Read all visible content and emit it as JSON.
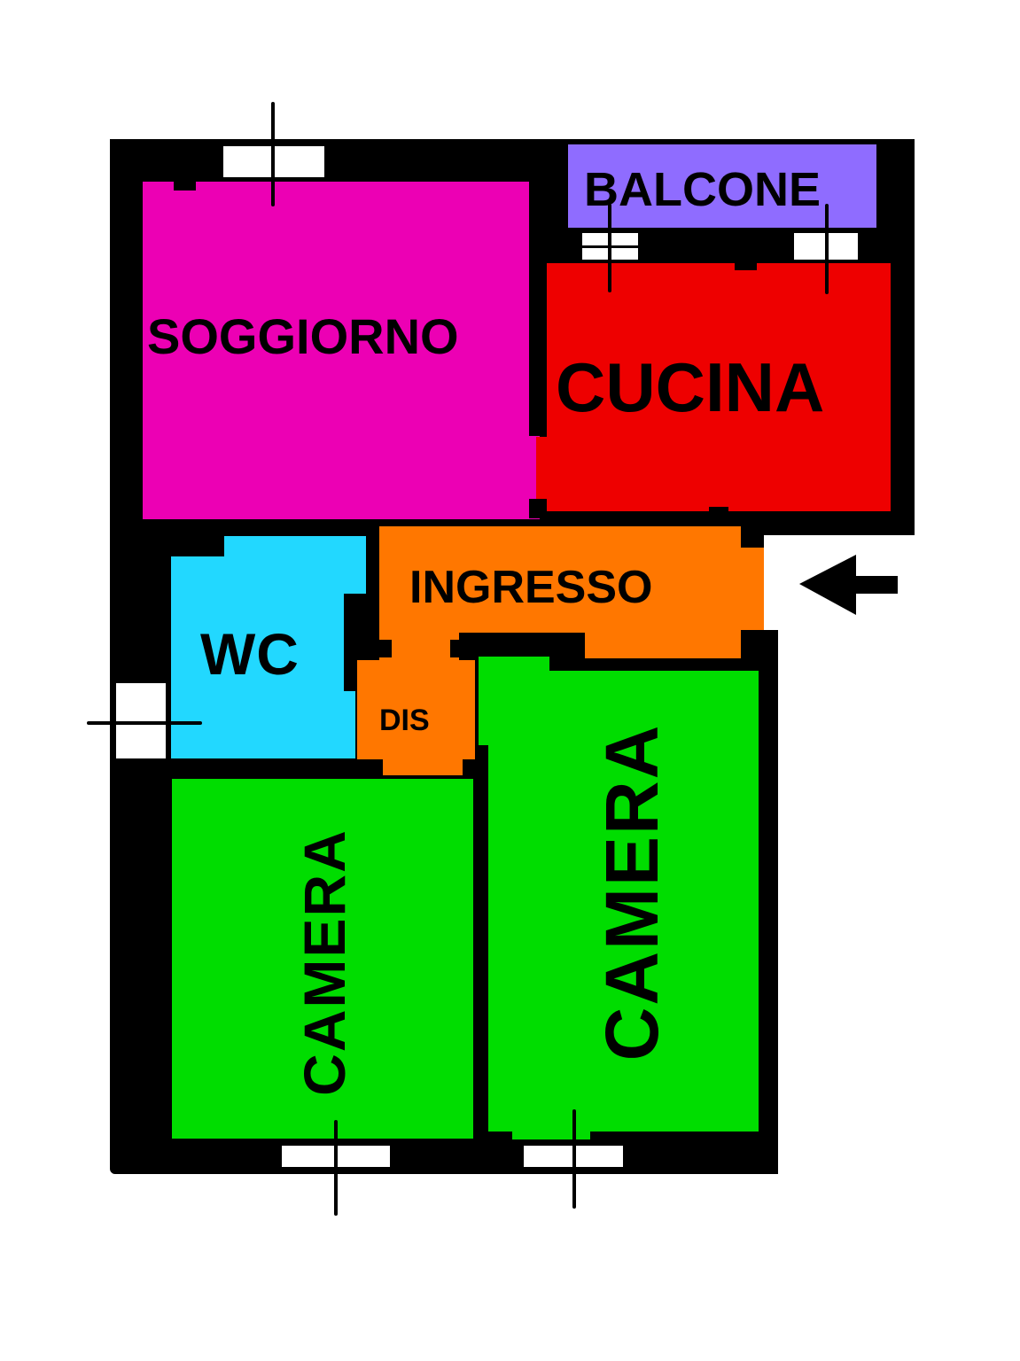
{
  "floor_plan": {
    "rooms": [
      {
        "id": "soggiorno",
        "label": "SOGGIORNO",
        "color": "#EC00B4"
      },
      {
        "id": "balcone",
        "label": "BALCONE",
        "color": "#8F6CFF"
      },
      {
        "id": "cucina",
        "label": "CUCINA",
        "color": "#EE0000"
      },
      {
        "id": "ingresso",
        "label": "INGRESSO",
        "color": "#FF7700"
      },
      {
        "id": "wc",
        "label": "WC",
        "color": "#22D8FF"
      },
      {
        "id": "dis",
        "label": "DIS",
        "color": "#FF7700"
      },
      {
        "id": "camera_left",
        "label": "CAMERA",
        "color": "#00DD00"
      },
      {
        "id": "camera_right",
        "label": "CAMERA",
        "color": "#00DD00"
      }
    ],
    "wall_color": "#000000",
    "entrance_arrow": "arrow-left-icon"
  }
}
